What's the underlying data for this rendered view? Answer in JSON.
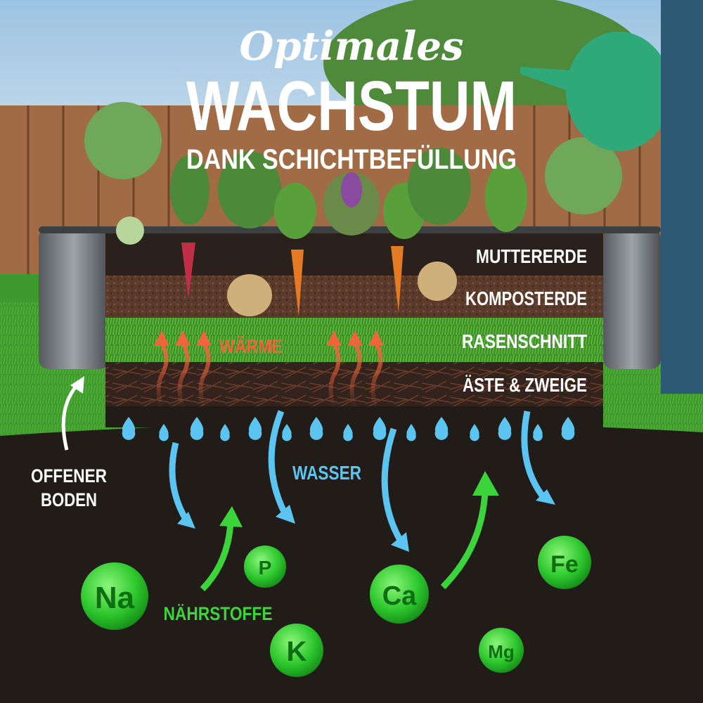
{
  "title": {
    "line1": "Optimales",
    "line2": "WACHSTUM",
    "line3": "DANK SCHICHTBEFÜLLUNG"
  },
  "layers": [
    {
      "label": "MUTTERERDE",
      "color": "#2a211d"
    },
    {
      "label": "KOMPOSTERDE",
      "color": "#5a3a2a"
    },
    {
      "label": "RASENSCHNITT",
      "color": "#3f8f2a"
    },
    {
      "label": "ÄSTE & ZWEIGE",
      "color": "#33231c"
    }
  ],
  "annotations": {
    "heat": "WÄRME",
    "water": "WASSER",
    "nutrients": "NÄHRSTOFFE",
    "open_ground_line1": "OFFENER",
    "open_ground_line2": "BODEN"
  },
  "nutrients": [
    "Na",
    "P",
    "K",
    "Ca",
    "Fe",
    "Mg"
  ],
  "colors": {
    "heat": "#f0643c",
    "water": "#5bc4f0",
    "nutrient": "#3bd43b",
    "soil": "#221c19"
  },
  "icons": [
    "heat-arrow-icon",
    "water-drop-icon",
    "water-arrow-icon",
    "nutrient-arrow-icon",
    "curved-arrow-icon"
  ]
}
